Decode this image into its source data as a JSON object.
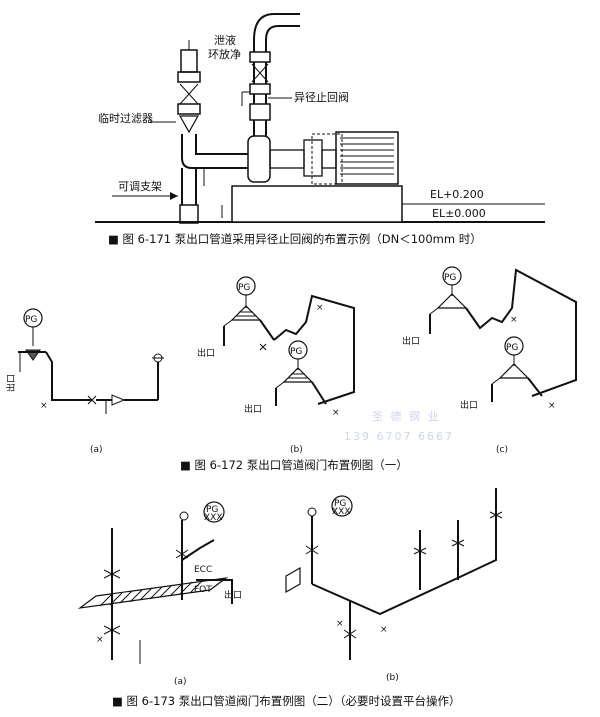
{
  "fig171": {
    "label_drain": "泄液",
    "label_vent": "环放净",
    "label_check": "异径止回阀",
    "label_strainer": "临时过滤器",
    "label_support": "可调支架",
    "label_el1": "EL+0.200",
    "label_el0": "EL±0.000",
    "caption": "■ 图 6-171   泵出口管道采用异径止回阀的布置示例（DN＜100mm 时）"
  },
  "fig172": {
    "pg": "PG",
    "outlet": "出口",
    "sub_a": "(a)",
    "sub_b": "(b)",
    "sub_c": "(c)",
    "caption": "■ 图 6-172   泵出口管道阀门布置例图（一）"
  },
  "fig173": {
    "pg": "PG",
    "xxx": "XXX",
    "ecc": "ECC",
    "fot": "FOT",
    "outlet": "出口",
    "sub_a": "(a)",
    "sub_b": "(b)",
    "caption": "■ 图 6-173   泵出口管道阀门布置例图（二）（必要时设置平台操作）"
  },
  "watermark": {
    "line1": "圣 德 钢 业",
    "line2": "139 6707 6667"
  }
}
